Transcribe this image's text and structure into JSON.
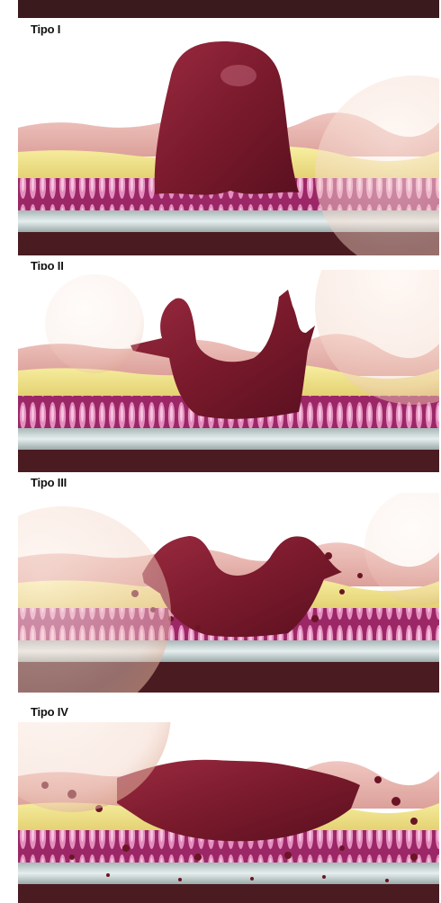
{
  "panels": [
    {
      "label": "Tipo I"
    },
    {
      "label": "Tipo II"
    },
    {
      "label": "Tipo III"
    },
    {
      "label": "Tipo IV"
    }
  ]
}
